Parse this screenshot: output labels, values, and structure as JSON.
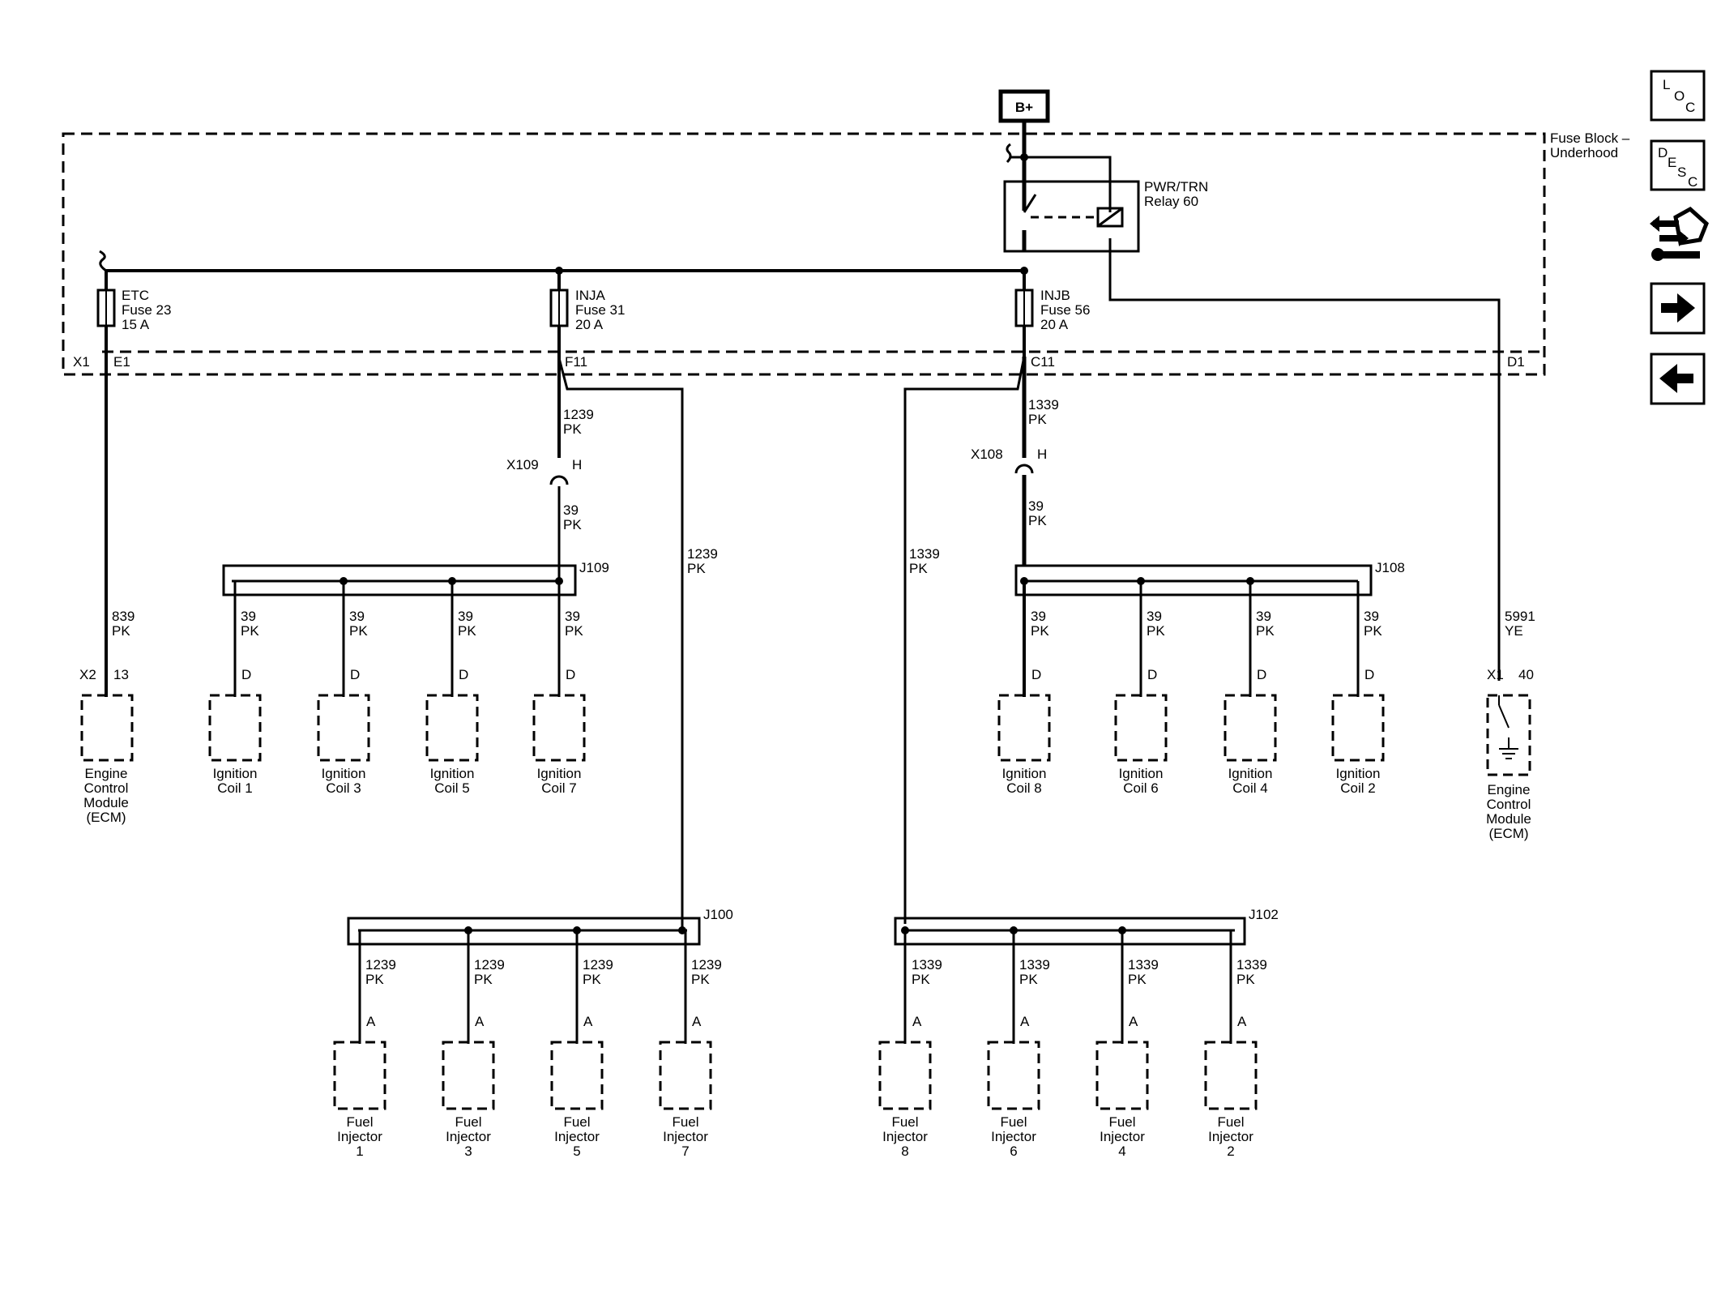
{
  "power_source": "B+",
  "fuse_block": {
    "line1": "Fuse Block –",
    "line2": "Underhood"
  },
  "relay": {
    "line1": "PWR/TRN",
    "line2": "Relay 60"
  },
  "fuses": [
    {
      "name": "ETC",
      "fuse": "Fuse 23",
      "rating": "15 A"
    },
    {
      "name": "INJA",
      "fuse": "Fuse 31",
      "rating": "20 A"
    },
    {
      "name": "INJB",
      "fuse": "Fuse 56",
      "rating": "20 A"
    }
  ],
  "connector_x1": "X1",
  "pins": {
    "e1": "E1",
    "f11": "F11",
    "c11": "C11",
    "d1": "D1"
  },
  "inline_connectors": [
    {
      "name": "X109",
      "pin": "H"
    },
    {
      "name": "X108",
      "pin": "H"
    }
  ],
  "wires": {
    "w1239": {
      "circuit": "1239",
      "color": "PK"
    },
    "w1339": {
      "circuit": "1339",
      "color": "PK"
    },
    "w39": {
      "circuit": "39",
      "color": "PK"
    },
    "w839": {
      "circuit": "839",
      "color": "PK"
    },
    "w5991": {
      "circuit": "5991",
      "color": "YE"
    }
  },
  "splices": {
    "j109": "J109",
    "j108": "J108",
    "j100": "J100",
    "j102": "J102"
  },
  "ecm_left": {
    "connector": "X2",
    "pin": "13",
    "lines": [
      "Engine",
      "Control",
      "Module",
      "(ECM)"
    ]
  },
  "ecm_right": {
    "connector": "X1",
    "pin": "40",
    "lines": [
      "Engine",
      "Control",
      "Module",
      "(ECM)"
    ]
  },
  "coil_pin": "D",
  "injector_pin": "A",
  "coils_left": [
    {
      "l1": "Ignition",
      "l2": "Coil 1"
    },
    {
      "l1": "Ignition",
      "l2": "Coil 3"
    },
    {
      "l1": "Ignition",
      "l2": "Coil 5"
    },
    {
      "l1": "Ignition",
      "l2": "Coil 7"
    }
  ],
  "coils_right": [
    {
      "l1": "Ignition",
      "l2": "Coil 8"
    },
    {
      "l1": "Ignition",
      "l2": "Coil 6"
    },
    {
      "l1": "Ignition",
      "l2": "Coil 4"
    },
    {
      "l1": "Ignition",
      "l2": "Coil 2"
    }
  ],
  "injectors_left": [
    {
      "l1": "Fuel",
      "l2": "Injector",
      "l3": "1"
    },
    {
      "l1": "Fuel",
      "l2": "Injector",
      "l3": "3"
    },
    {
      "l1": "Fuel",
      "l2": "Injector",
      "l3": "5"
    },
    {
      "l1": "Fuel",
      "l2": "Injector",
      "l3": "7"
    }
  ],
  "injectors_right": [
    {
      "l1": "Fuel",
      "l2": "Injector",
      "l3": "8"
    },
    {
      "l1": "Fuel",
      "l2": "Injector",
      "l3": "6"
    },
    {
      "l1": "Fuel",
      "l2": "Injector",
      "l3": "4"
    },
    {
      "l1": "Fuel",
      "l2": "Injector",
      "l3": "2"
    }
  ],
  "nav": {
    "loc": {
      "a": "L",
      "b": "O",
      "c": "C"
    },
    "desc": {
      "a": "D",
      "b": "E",
      "c": "S",
      "d": "C"
    },
    "tools_icon": "connector-tool-icon",
    "next_icon": "arrow-right-icon",
    "prev_icon": "arrow-left-icon"
  }
}
